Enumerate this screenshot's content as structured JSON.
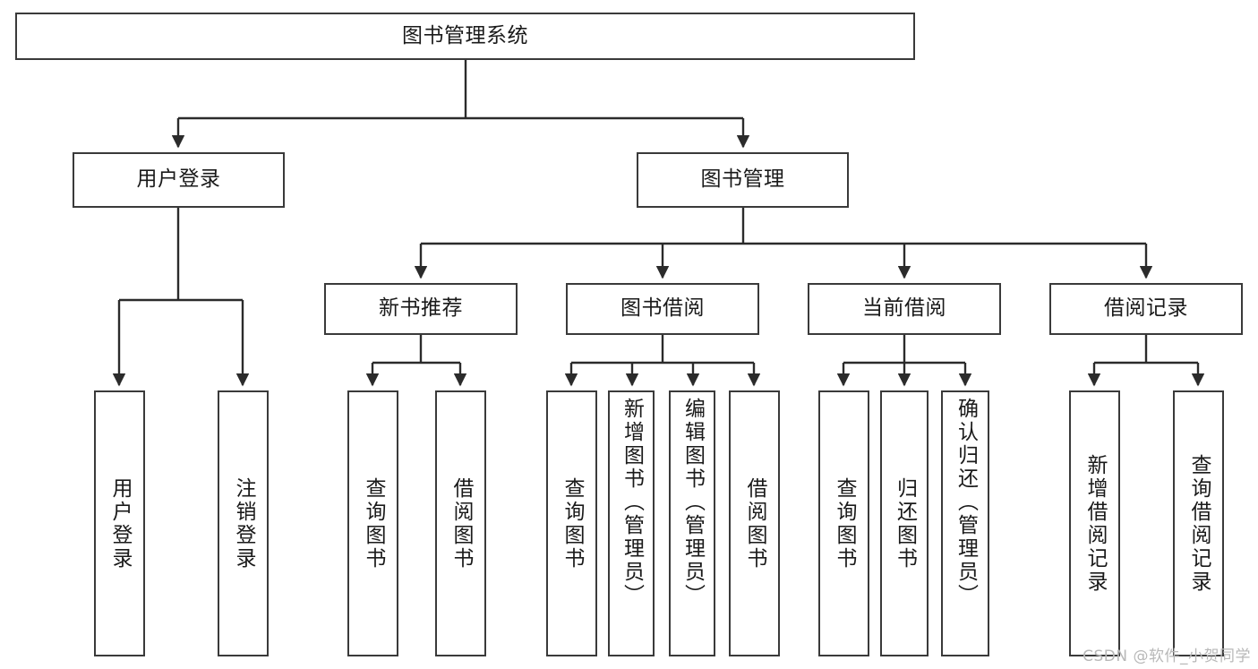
{
  "diagram": {
    "title": "图书管理系统",
    "type": "hierarchy-tree",
    "watermark": "CSDN @软件_小贺同学",
    "colors": {
      "box_border": "#3a3a3a",
      "box_fill": "#ffffff",
      "connector": "#2b2b2b",
      "text": "#1a1a1a",
      "watermark": "#b8b8b8"
    },
    "nodes": {
      "root": {
        "label": "图书管理系统"
      },
      "level2": [
        {
          "label": "用户登录"
        },
        {
          "label": "图书管理"
        }
      ],
      "level3": [
        {
          "label": "新书推荐"
        },
        {
          "label": "图书借阅"
        },
        {
          "label": "当前借阅"
        },
        {
          "label": "借阅记录"
        }
      ],
      "leaves": {
        "user_login": [
          {
            "label": "用户登录"
          },
          {
            "label": "注销登录"
          }
        ],
        "new_book_recommend": [
          {
            "label": "查询图书"
          },
          {
            "label": "借阅图书"
          }
        ],
        "book_borrow": [
          {
            "label": "查询图书"
          },
          {
            "label": "新增图书（管理员）"
          },
          {
            "label": "编辑图书（管理员）"
          },
          {
            "label": "借阅图书"
          }
        ],
        "current_borrow": [
          {
            "label": "查询图书"
          },
          {
            "label": "归还图书"
          },
          {
            "label": "确认归还（管理员）"
          }
        ],
        "borrow_record": [
          {
            "label": "新增借阅记录"
          },
          {
            "label": "查询借阅记录"
          }
        ]
      }
    }
  }
}
